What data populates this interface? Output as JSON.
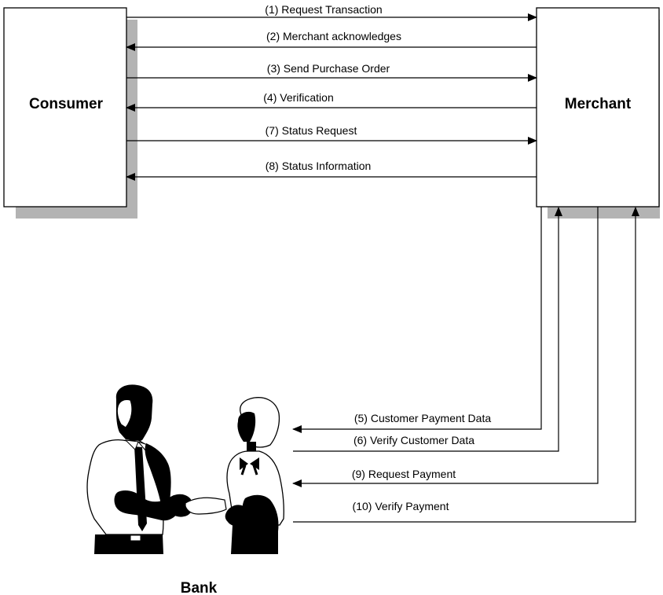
{
  "nodes": {
    "consumer": {
      "label": "Consumer"
    },
    "merchant": {
      "label": "Merchant"
    },
    "bank": {
      "label": "Bank"
    }
  },
  "messages": {
    "m1": "(1) Request Transaction",
    "m2": "(2) Merchant acknowledges",
    "m3": "(3) Send Purchase Order",
    "m4": "(4) Verification",
    "m5": "(5) Customer Payment Data",
    "m6": "(6) Verify Customer Data",
    "m7": "(7) Status Request",
    "m8": "(8) Status Information",
    "m9": "(9) Request Payment",
    "m10": "(10) Verify Payment"
  },
  "icons": {
    "bank": "bank-people-handshake-icon"
  },
  "colors": {
    "shadow": "#b3b3b3",
    "line": "#000000"
  }
}
